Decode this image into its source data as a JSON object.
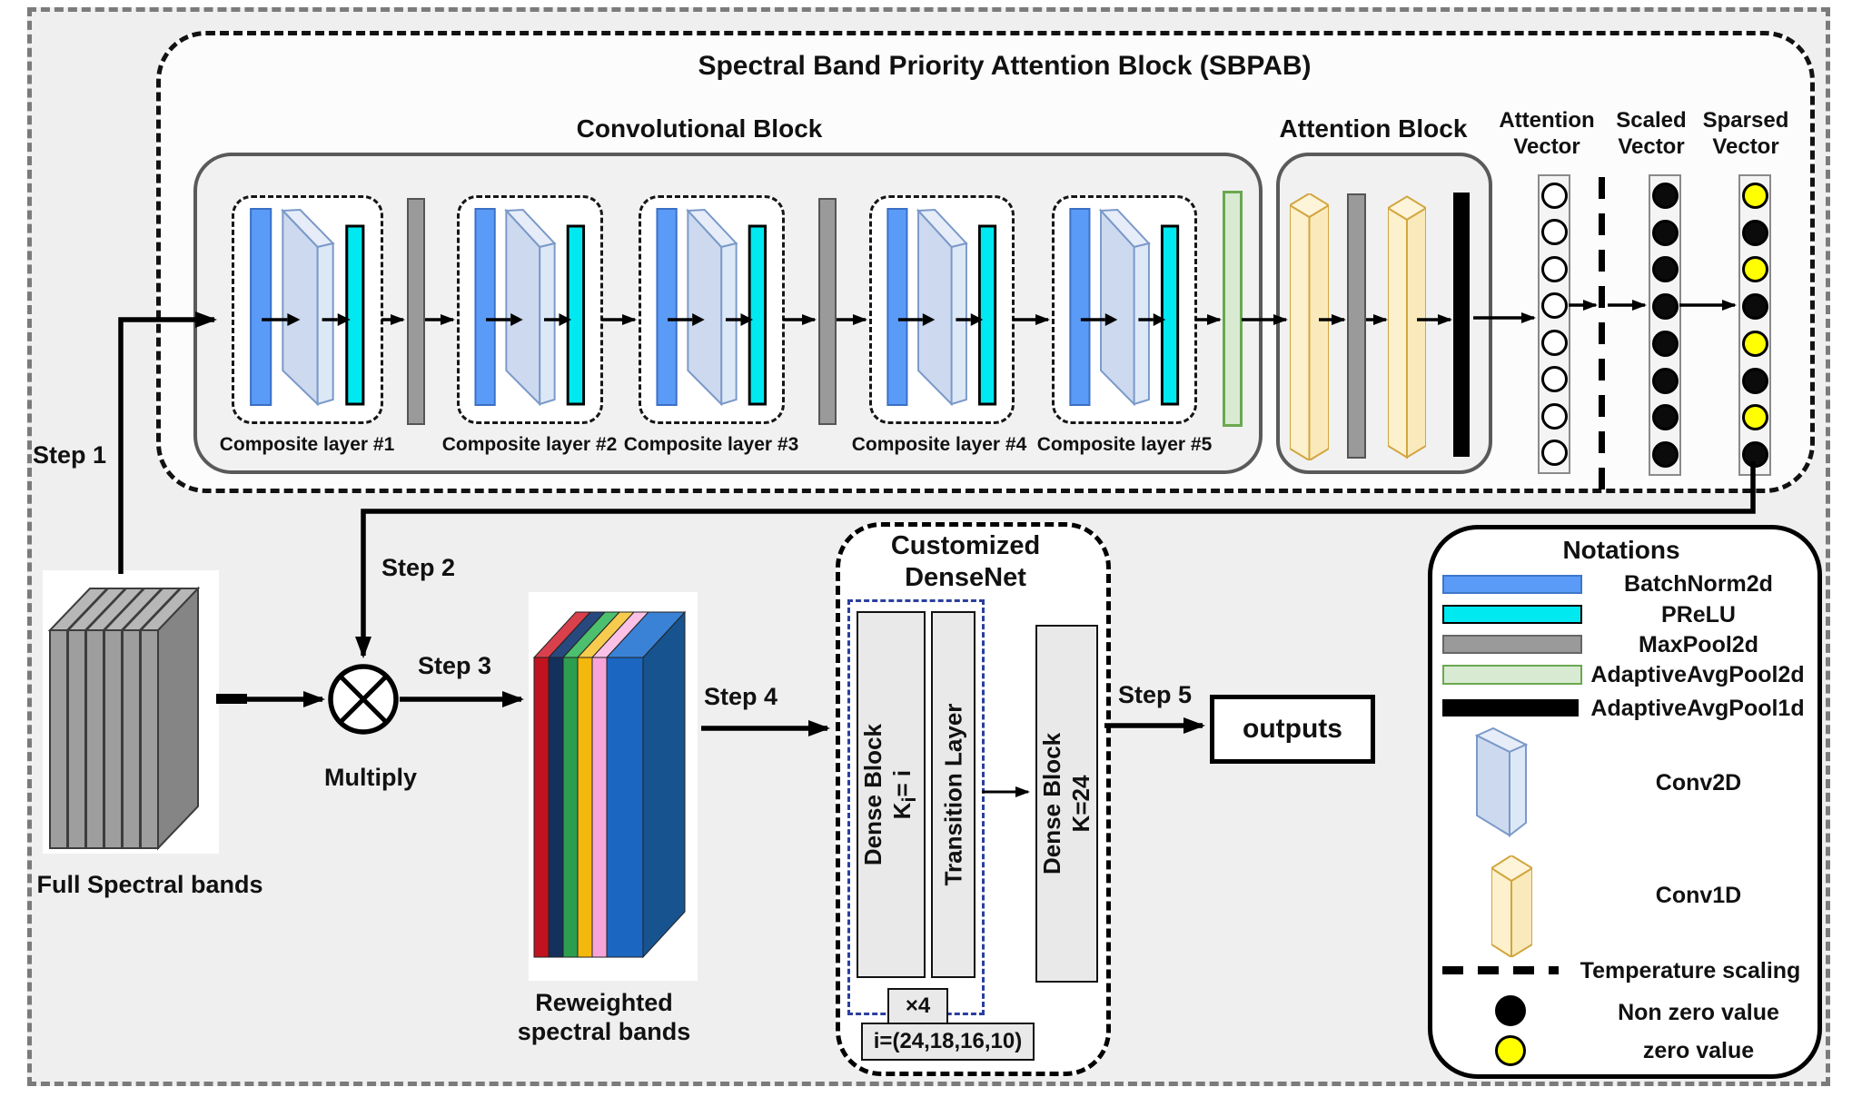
{
  "title": "Spectral Band Priority Attention Block (SBPAB)",
  "conv_block": {
    "label": "Convolutional Block",
    "composite_layers": [
      "Composite layer #1",
      "Composite layer #2",
      "Composite layer #3",
      "Composite layer #4",
      "Composite layer #5"
    ]
  },
  "attention_block": {
    "label": "Attention Block"
  },
  "vectors": {
    "attention": {
      "label1": "Attention",
      "label2": "Vector",
      "circles": [
        "white",
        "white",
        "white",
        "white",
        "white",
        "white",
        "white",
        "white"
      ]
    },
    "scaled": {
      "label1": "Scaled",
      "label2": "Vector",
      "circles": [
        "black",
        "black",
        "black",
        "black",
        "black",
        "black",
        "black",
        "black"
      ]
    },
    "sparsed": {
      "label1": "Sparsed",
      "label2": "Vector",
      "circles": [
        "yellow",
        "black",
        "yellow",
        "black",
        "yellow",
        "black",
        "yellow",
        "black"
      ]
    }
  },
  "steps": {
    "step1": "Step 1",
    "step2": "Step 2",
    "step3": "Step 3",
    "step4": "Step 4",
    "step5": "Step 5"
  },
  "multiply": {
    "label": "Multiply"
  },
  "full_spectral": {
    "label": "Full Spectral bands"
  },
  "reweighted": {
    "label1": "Reweighted",
    "label2": "spectral bands"
  },
  "densenet": {
    "title1": "Customized",
    "title2": "DenseNet",
    "dense_block1": {
      "line1": "Dense Block",
      "k": "K",
      "sub": "i",
      "eq": "= i"
    },
    "transition": "Transition Layer",
    "dense_block2": {
      "line1": "Dense Block",
      "line2": "K=24"
    },
    "repeat": "×4",
    "i_values": "i=(24,18,16,10)"
  },
  "outputs": {
    "label": "outputs"
  },
  "legend": {
    "title": "Notations",
    "items": [
      {
        "label": "BatchNorm2d",
        "swatch": "bar",
        "color": "#5b9bf8"
      },
      {
        "label": "PReLU",
        "swatch": "bar",
        "color": "#00e8f0"
      },
      {
        "label": "MaxPool2d",
        "swatch": "bar",
        "color": "#9a9a9a"
      },
      {
        "label": "AdaptiveAvgPool2d",
        "swatch": "bar",
        "color": "#d9ead3"
      },
      {
        "label": "AdaptiveAvgPool1d",
        "swatch": "bar",
        "color": "#000000"
      },
      {
        "label": "Conv2D",
        "swatch": "conv2d-slab",
        "color": "#ccd9ef"
      },
      {
        "label": "Conv1D",
        "swatch": "conv1d-column",
        "color": "#fcf0cd"
      },
      {
        "label": "Temperature scaling",
        "swatch": "dashed-line",
        "color": "#000000"
      },
      {
        "label": "Non zero value",
        "swatch": "circle",
        "color": "#000000"
      },
      {
        "label": "zero value",
        "swatch": "circle",
        "color": "#ffff00"
      }
    ]
  },
  "colors": {
    "batchnorm_blue": "#5b9bf8",
    "prelu_cyan": "#00e8f0",
    "maxpool_gray": "#9a9a9a",
    "avgpool2d_green": "#d9ead3",
    "avgpool1d_black": "#000000",
    "conv2d_face": "#ccd9ef",
    "conv1d_face": "#fcf0cd",
    "zero_yellow": "#ffff00",
    "nonzero_black": "#000000"
  }
}
